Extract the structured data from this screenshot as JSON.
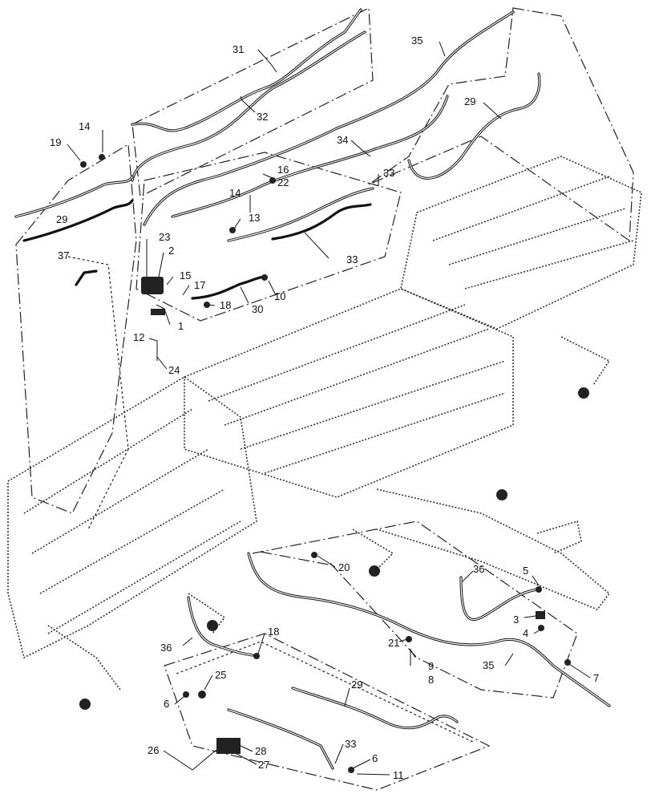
{
  "callouts": [
    {
      "label": "31"
    },
    {
      "label": "32"
    },
    {
      "label": "35"
    },
    {
      "label": "29"
    },
    {
      "label": "34"
    },
    {
      "label": "14"
    },
    {
      "label": "19"
    },
    {
      "label": "16"
    },
    {
      "label": "22"
    },
    {
      "label": "14"
    },
    {
      "label": "33"
    },
    {
      "label": "13"
    },
    {
      "label": "29"
    },
    {
      "label": "23"
    },
    {
      "label": "2"
    },
    {
      "label": "37"
    },
    {
      "label": "15"
    },
    {
      "label": "17"
    },
    {
      "label": "33"
    },
    {
      "label": "18"
    },
    {
      "label": "1"
    },
    {
      "label": "12"
    },
    {
      "label": "10"
    },
    {
      "label": "30"
    },
    {
      "label": "24"
    },
    {
      "label": "20"
    },
    {
      "label": "36"
    },
    {
      "label": "5"
    },
    {
      "label": "3"
    },
    {
      "label": "4"
    },
    {
      "label": "36"
    },
    {
      "label": "18"
    },
    {
      "label": "21"
    },
    {
      "label": "9"
    },
    {
      "label": "8"
    },
    {
      "label": "35"
    },
    {
      "label": "7"
    },
    {
      "label": "25"
    },
    {
      "label": "6"
    },
    {
      "label": "29"
    },
    {
      "label": "26"
    },
    {
      "label": "28"
    },
    {
      "label": "27"
    },
    {
      "label": "33"
    },
    {
      "label": "6"
    },
    {
      "label": "11"
    }
  ]
}
